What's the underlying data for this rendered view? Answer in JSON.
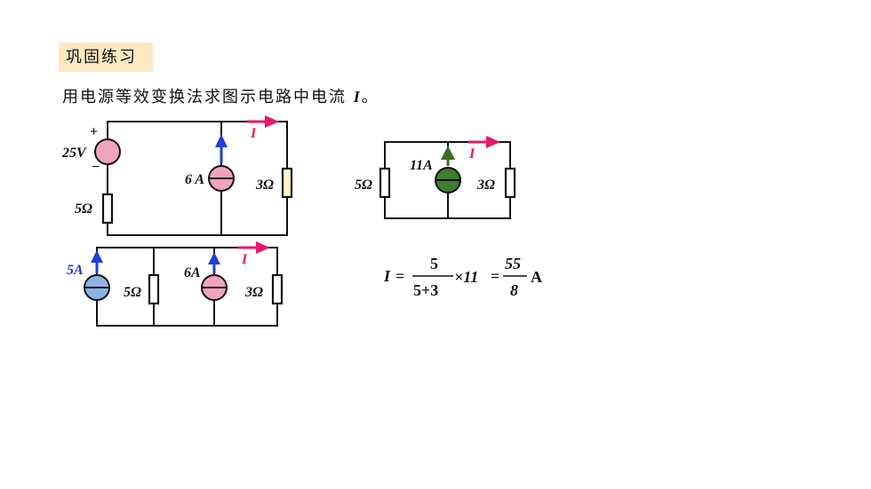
{
  "header": {
    "tag": "巩固练习",
    "question_text": "用电源等效变换法求图示电路中电流",
    "question_symbol": "I",
    "question_end": "。"
  },
  "circuit1": {
    "vsrc_plus": "+",
    "vsrc_minus": "−",
    "vsrc_label": "25V",
    "r1_label": "5Ω",
    "isrc_label": "6 A",
    "r2_label": "3Ω",
    "current_label": "I"
  },
  "circuit2": {
    "isrc_label": "11A",
    "r1_label": "5Ω",
    "r2_label": "3Ω",
    "current_label": "I"
  },
  "circuit3": {
    "isrc1_label": "5A",
    "r1_label": "5Ω",
    "isrc2_label": "6A",
    "r2_label": "3Ω",
    "current_label": "I"
  },
  "formula": {
    "lhs": "I",
    "eq1": "=",
    "frac1_num": "5",
    "frac1_den": "5+3",
    "times": "×11",
    "eq2": "=",
    "frac2_num": "55",
    "frac2_den": "8",
    "unit": "A"
  },
  "colors": {
    "pink_source": "#f1a3bd",
    "green_source": "#3f7c2f",
    "blue_source": "#8fb4e3",
    "current_arrow": "#e8186a",
    "source_arrow_blue": "#1f3fd6",
    "source_arrow_green": "#3d6b2a",
    "tag_bg": "#fbe9c4",
    "resistor_yellow": "#fff6c4"
  }
}
